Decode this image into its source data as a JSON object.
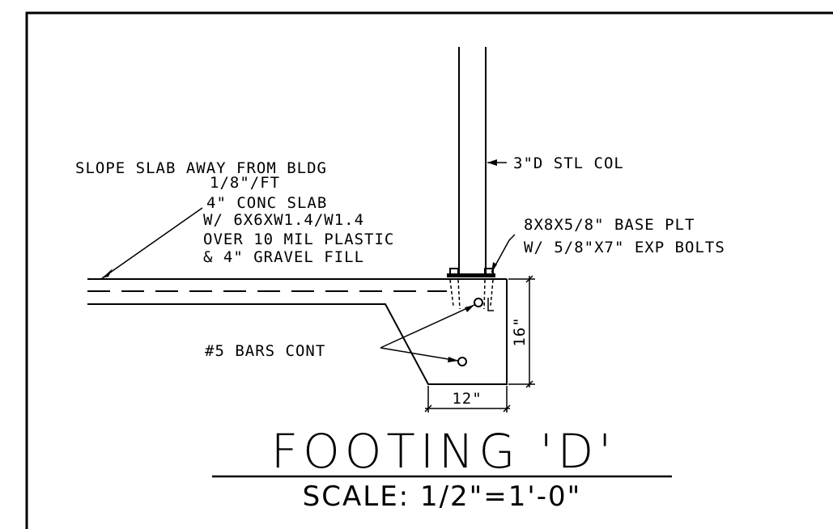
{
  "drawing": {
    "notes": {
      "slope_line1": "SLOPE SLAB AWAY FROM BLDG",
      "slope_line2": "1/8\"/FT",
      "slab_line1": "4\" CONC SLAB",
      "slab_line2": "W/ 6X6XW1.4/W1.4",
      "slab_line3": "OVER 10 MIL PLASTIC",
      "slab_line4": "& 4\" GRAVEL FILL",
      "column": "3\"D STL COL",
      "base_plate_line1": "8X8X5/8\" BASE PLT",
      "base_plate_line2": "W/ 5/8\"X7\" EXP BOLTS",
      "bars": "#5 BARS CONT"
    },
    "dimensions": {
      "height": "16\"",
      "width": "12\""
    },
    "title": "FOOTING 'D'",
    "scale": "SCALE: 1/2\"=1'-0\""
  }
}
